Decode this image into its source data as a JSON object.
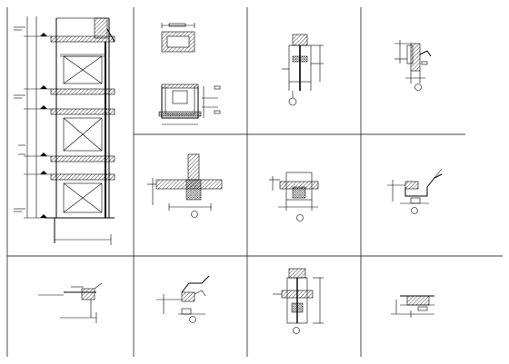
{
  "sheet": {
    "background": "#ffffff",
    "line_color": "#000000",
    "panels": [
      {
        "id": "wall-section-elevation"
      },
      {
        "id": "beam-section-detail"
      },
      {
        "id": "column-node-detail-1"
      },
      {
        "id": "eave-detail-1"
      },
      {
        "id": "floor-wall-junction-detail"
      },
      {
        "id": "column-node-detail-2"
      },
      {
        "id": "gutter-detail-1"
      },
      {
        "id": "parapet-detail"
      },
      {
        "id": "gutter-detail-2"
      },
      {
        "id": "column-node-detail-3"
      },
      {
        "id": "roof-edge-detail"
      }
    ]
  }
}
